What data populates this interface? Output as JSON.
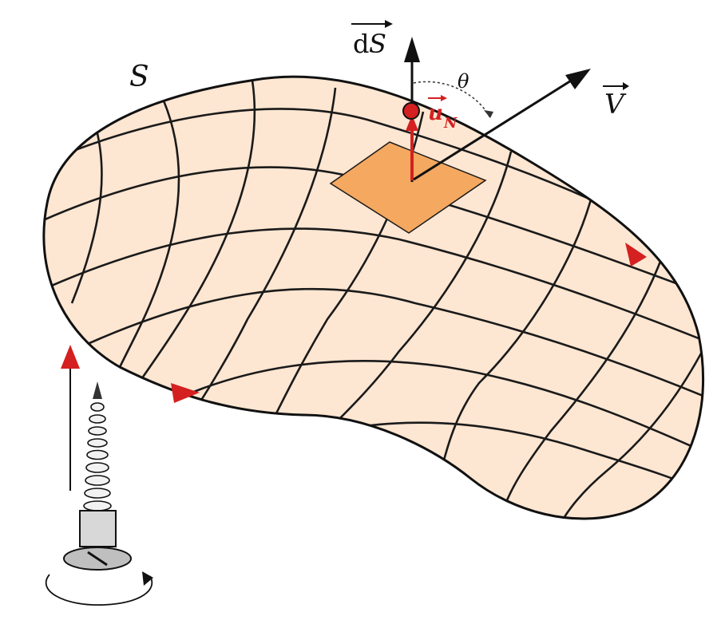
{
  "labels": {
    "surface": "S",
    "dS_prefix": "d",
    "dS_var": "S",
    "unit_normal_u": "u",
    "unit_normal_sub": "N",
    "vector_v": "V",
    "angle": "θ"
  },
  "colors": {
    "surface_fill": "#fde6d2",
    "patch_fill": "#f4a860",
    "grid_line": "#1a1a1a",
    "normal_red": "#d42020",
    "arrow_black": "#111111"
  }
}
